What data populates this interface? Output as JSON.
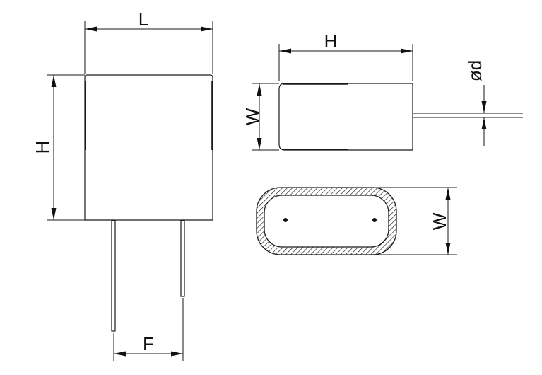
{
  "labels": {
    "length": "L",
    "height_front": "H",
    "height_side": "H",
    "width_side": "W",
    "diameter": "ød",
    "width_section": "W",
    "pitch": "F"
  },
  "colors": {
    "line": "#1a1a1a",
    "background": "#ffffff",
    "hatch": "#1a1a1a"
  }
}
